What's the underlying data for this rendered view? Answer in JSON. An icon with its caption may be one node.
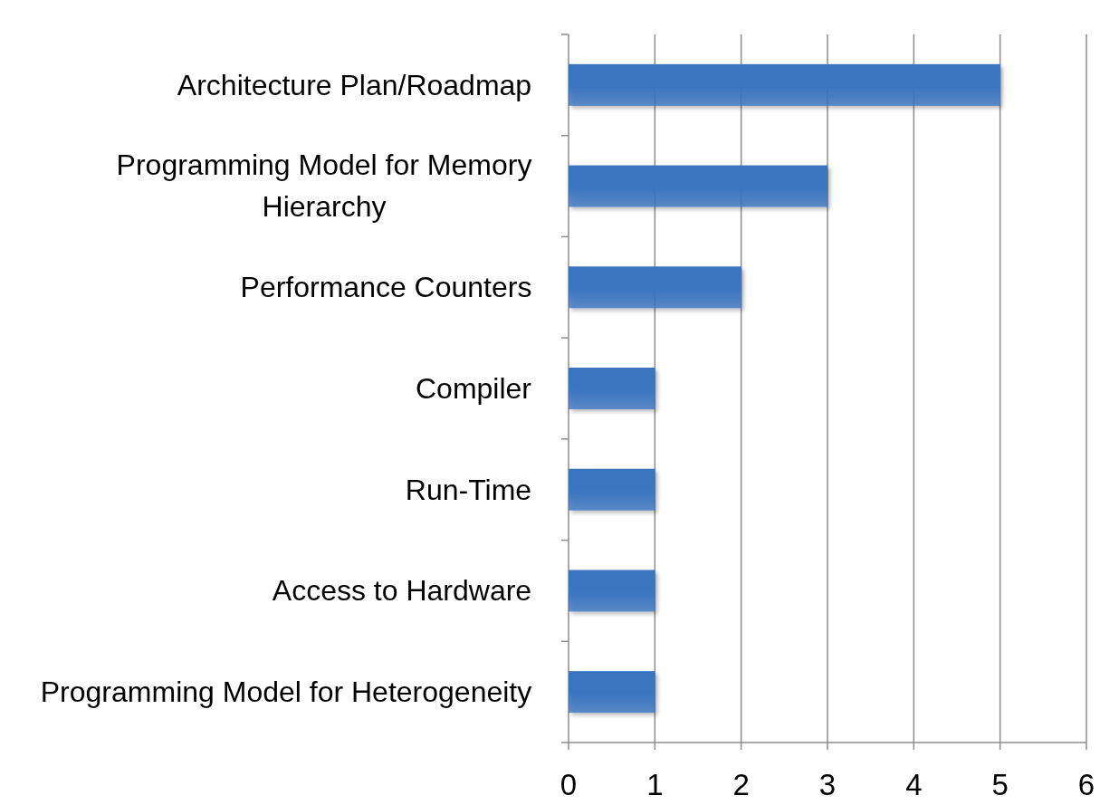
{
  "diagram": {
    "chart_data": {
      "type": "bar",
      "orientation": "horizontal",
      "categories": [
        "Architecture Plan/Roadmap",
        "Programming Model for Memory Hierarchy",
        "Performance Counters",
        "Compiler",
        "Run-Time",
        "Access to Hardware",
        "Programming Model for Heterogeneity"
      ],
      "series": [
        {
          "color": "#3a74c0",
          "values": [
            5,
            3,
            2,
            1,
            1,
            1,
            1
          ]
        }
      ],
      "grid": true,
      "xlim": [
        0,
        6
      ],
      "xticks": [
        0,
        1,
        2,
        3,
        4,
        5,
        6
      ]
    }
  }
}
